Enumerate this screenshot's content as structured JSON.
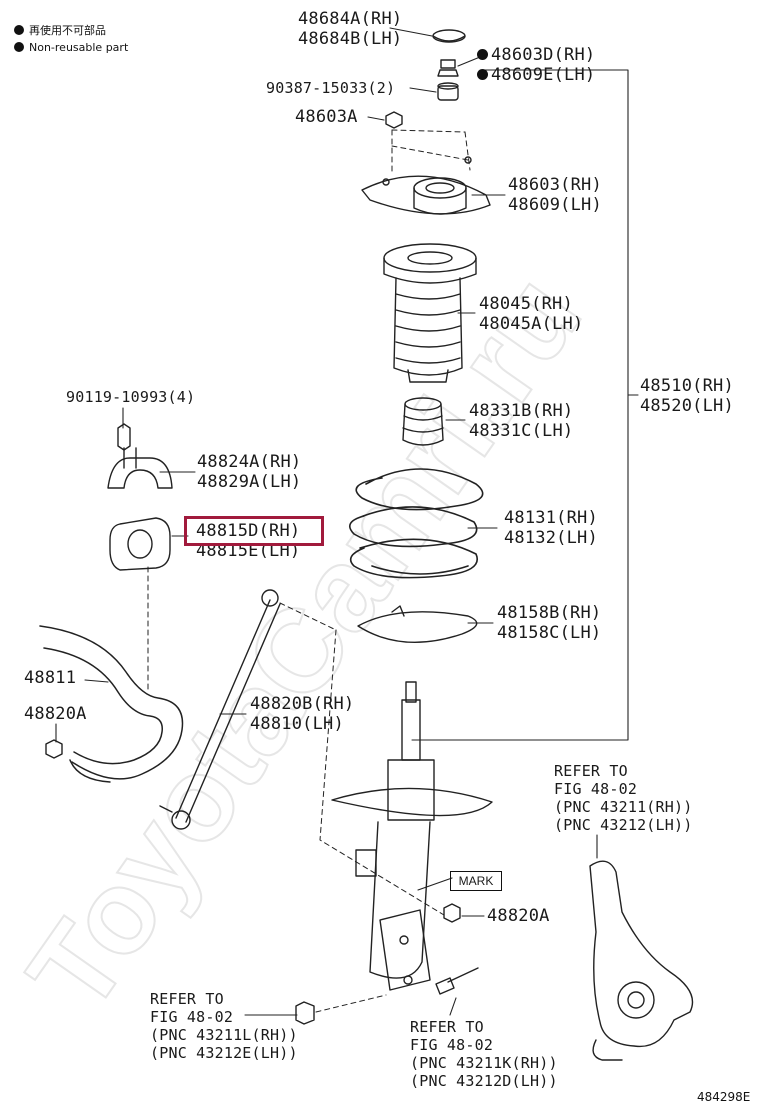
{
  "legend": {
    "reusable_jp": "再使用不可部品",
    "non_reusable": "Non-reusable part"
  },
  "watermark": "ToyotaCamri.ru",
  "labels": {
    "p48684": [
      "48684A(RH)",
      "48684B(LH)"
    ],
    "p48603d": [
      "48603D(RH)",
      "48609E(LH)"
    ],
    "p90387": "90387-15033(2)",
    "p48603a": "48603A",
    "p48603": [
      "48603(RH)",
      "48609(LH)"
    ],
    "p48045": [
      "48045(RH)",
      "48045A(LH)"
    ],
    "p48510": [
      "48510(RH)",
      "48520(LH)"
    ],
    "p48331": [
      "48331B(RH)",
      "48331C(LH)"
    ],
    "p90119": "90119-10993(4)",
    "p48824": [
      "48824A(RH)",
      "48829A(LH)"
    ],
    "p48815": [
      "48815D(RH)",
      "48815E(LH)"
    ],
    "p48131": [
      "48131(RH)",
      "48132(LH)"
    ],
    "p48158": [
      "48158B(RH)",
      "48158C(LH)"
    ],
    "p48811": "48811",
    "p48820a_left": "48820A",
    "p48820b": [
      "48820B(RH)",
      "48810(LH)"
    ],
    "p48820a_right": "48820A",
    "mark": "MARK",
    "refer_right": [
      "REFER TO",
      "FIG 48-02",
      "(PNC 43211(RH))",
      "(PNC 43212(LH))"
    ],
    "refer_left": [
      "REFER TO",
      "FIG 48-02",
      "(PNC 43211L(RH))",
      "(PNC 43212E(LH))"
    ],
    "refer_bottom": [
      "REFER TO",
      "FIG 48-02",
      "(PNC 43211K(RH))",
      "(PNC 43212D(LH))"
    ],
    "figure_code": "484298E"
  },
  "highlight_color": "#a11a3c"
}
